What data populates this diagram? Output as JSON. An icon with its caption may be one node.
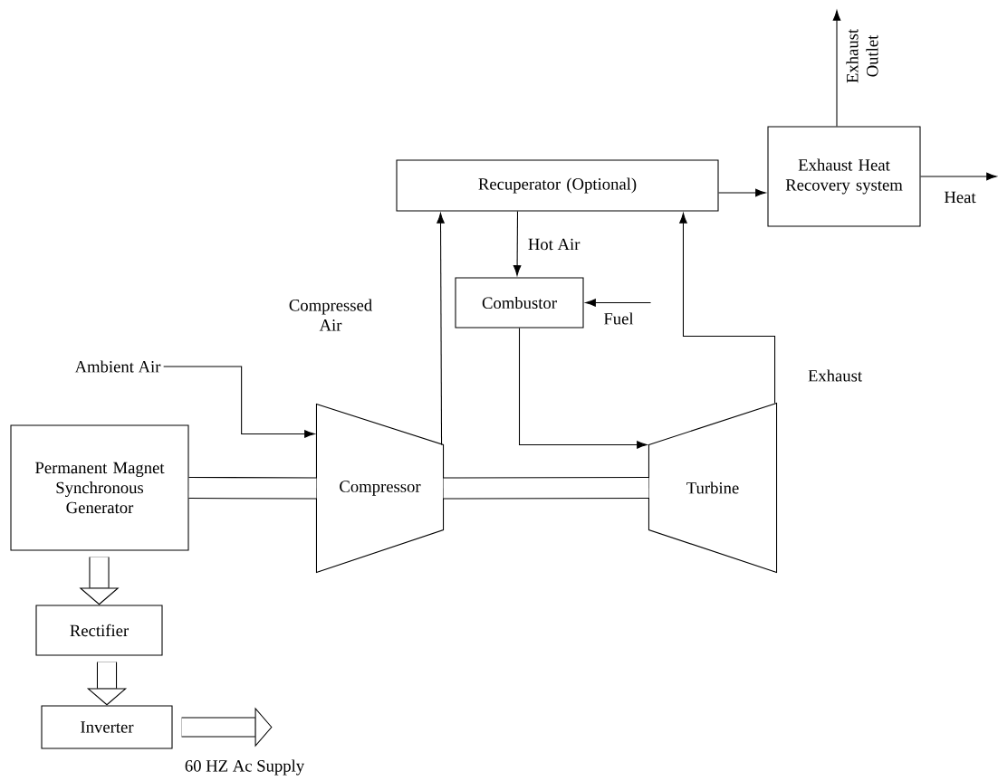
{
  "diagram": {
    "nodes": [
      {
        "text": [
          "Recuperator (Optional)"
        ]
      },
      {
        "text": [
          "Exhaust Heat Recovery system"
        ]
      },
      {
        "text": [
          "Combustor"
        ]
      },
      {
        "text": [
          "Ambient Air"
        ]
      },
      {
        "text": [
          "Compressor"
        ]
      },
      {
        "text": [
          "Turbine"
        ]
      },
      {
        "text": [
          "Permanent Magnet Synchronous Generator"
        ]
      },
      {
        "text": [
          "Rectifier"
        ]
      },
      {
        "text": [
          "Inverter"
        ]
      }
    ],
    "edges": [
      {
        "from": 0,
        "to": 1,
        "arrow": "to"
      },
      {
        "from": 0,
        "to": 2,
        "arrow": "to",
        "label": "Hot Air"
      },
      {
        "from": 4,
        "to": 0,
        "arrow": "to",
        "label": "Compressed Air"
      },
      {
        "from": 5,
        "to": 0,
        "arrow": "to",
        "label": "Exhaust"
      },
      {
        "from": 2,
        "to": 5,
        "arrow": "to"
      },
      {
        "from": 3,
        "to": 4,
        "arrow": "to"
      },
      {
        "from": null,
        "to": 2,
        "arrow": "to",
        "label": "Fuel"
      },
      {
        "from": 1,
        "to": null,
        "arrow": "to",
        "label": "Exhaust Outlet"
      },
      {
        "from": 1,
        "to": null,
        "arrow": "to",
        "label": "Heat"
      },
      {
        "from": 6,
        "to": 4,
        "arrow": "none",
        "style": "thick"
      },
      {
        "from": 4,
        "to": 5,
        "arrow": "none",
        "style": "thick"
      },
      {
        "from": 6,
        "to": 7,
        "arrow": "to",
        "style": "thick"
      },
      {
        "from": 7,
        "to": 8,
        "arrow": "to",
        "style": "thick"
      },
      {
        "from": 8,
        "to": null,
        "arrow": "to",
        "style": "thick",
        "label": "60 HZ Ac Supply"
      }
    ]
  }
}
